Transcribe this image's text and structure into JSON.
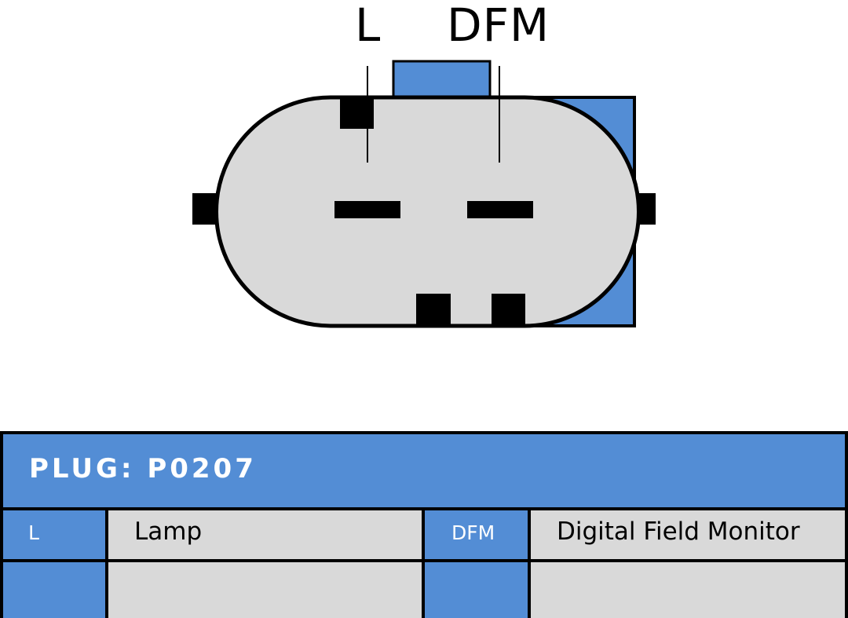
{
  "diagram": {
    "pin_labels": [
      "L",
      "DFM"
    ]
  },
  "table": {
    "title": "PLUG: P0207",
    "rows": [
      {
        "code1": "L",
        "desc1": "Lamp",
        "code2": "DFM",
        "desc2": "Digital Field Monitor"
      },
      {
        "code1": "",
        "desc1": "",
        "code2": "",
        "desc2": ""
      }
    ]
  },
  "colors": {
    "accent_blue": "#538dd5",
    "body_grey": "#d9d9d9",
    "outline": "#000000"
  }
}
